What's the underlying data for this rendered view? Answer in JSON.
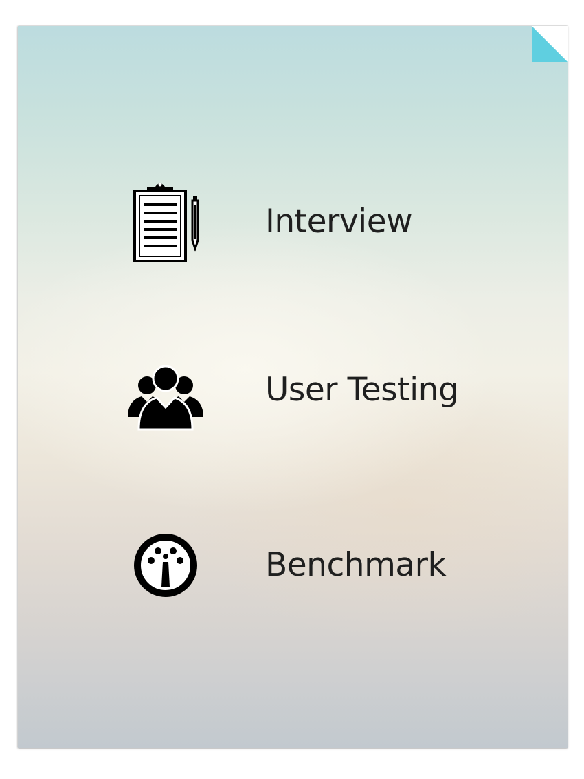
{
  "items": [
    {
      "label": "Interview",
      "icon": "clipboard-icon"
    },
    {
      "label": "User Testing",
      "icon": "users-group-icon"
    },
    {
      "label": "Benchmark",
      "icon": "gauge-icon"
    }
  ],
  "colors": {
    "corner_fold": "#5fcfe0",
    "text": "#1f1f1f",
    "icon": "#000000"
  }
}
